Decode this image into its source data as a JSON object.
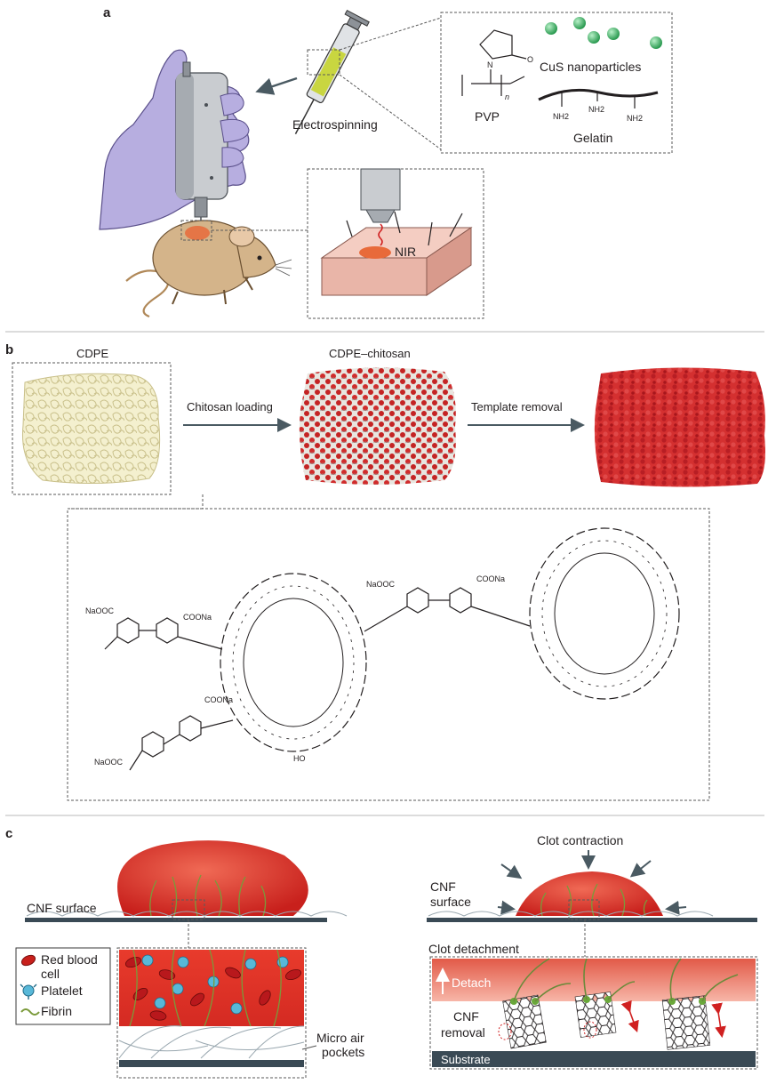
{
  "panels": {
    "a": "a",
    "b": "b",
    "c": "c"
  },
  "panel_a": {
    "electrospinning": "Electrospinning",
    "pvp": "PVP",
    "pvp_n": "n",
    "pvp_n_atom": "N",
    "pvp_o_atom": "O",
    "cus": "CuS nanoparticles",
    "gelatin": "Gelatin",
    "nh2": [
      "NH2",
      "NH2",
      "NH2"
    ],
    "nir": "NIR"
  },
  "panel_b": {
    "cdpe": "CDPE",
    "cdpe_chitosan": "CDPE–chitosan",
    "chitosan_loading": "Chitosan loading",
    "template_removal": "Template removal",
    "chem_labels": [
      "NaOOC",
      "COONa",
      "NaOOC",
      "COONa",
      "COONa",
      "NaOOC",
      "HO"
    ]
  },
  "panel_c": {
    "cnf_surface": "CNF surface",
    "cnf_surface_line1": "CNF",
    "cnf_surface_line2": "surface",
    "clot_contraction": "Clot contraction",
    "clot_detachment": "Clot detachment",
    "detach": "Detach",
    "cnf_removal_line1": "CNF",
    "cnf_removal_line2": "removal",
    "substrate": "Substrate",
    "micro_air_line1": "Micro air",
    "micro_air_line2": "pockets",
    "legend": {
      "rbc_line1": "Red blood",
      "rbc_line2": "cell",
      "platelet": "Platelet",
      "fibrin": "Fibrin"
    }
  },
  "colors": {
    "red_clot": "#d8342c",
    "purple_glove": "#b7aee0",
    "mouse": "#d4b48a",
    "cdpe_scaffold": "#e8e2b0",
    "platelet": "#58b8d8",
    "fibrin": "#7a9a3a",
    "substrate": "#3a4a55",
    "green_np": "#3aa860"
  }
}
